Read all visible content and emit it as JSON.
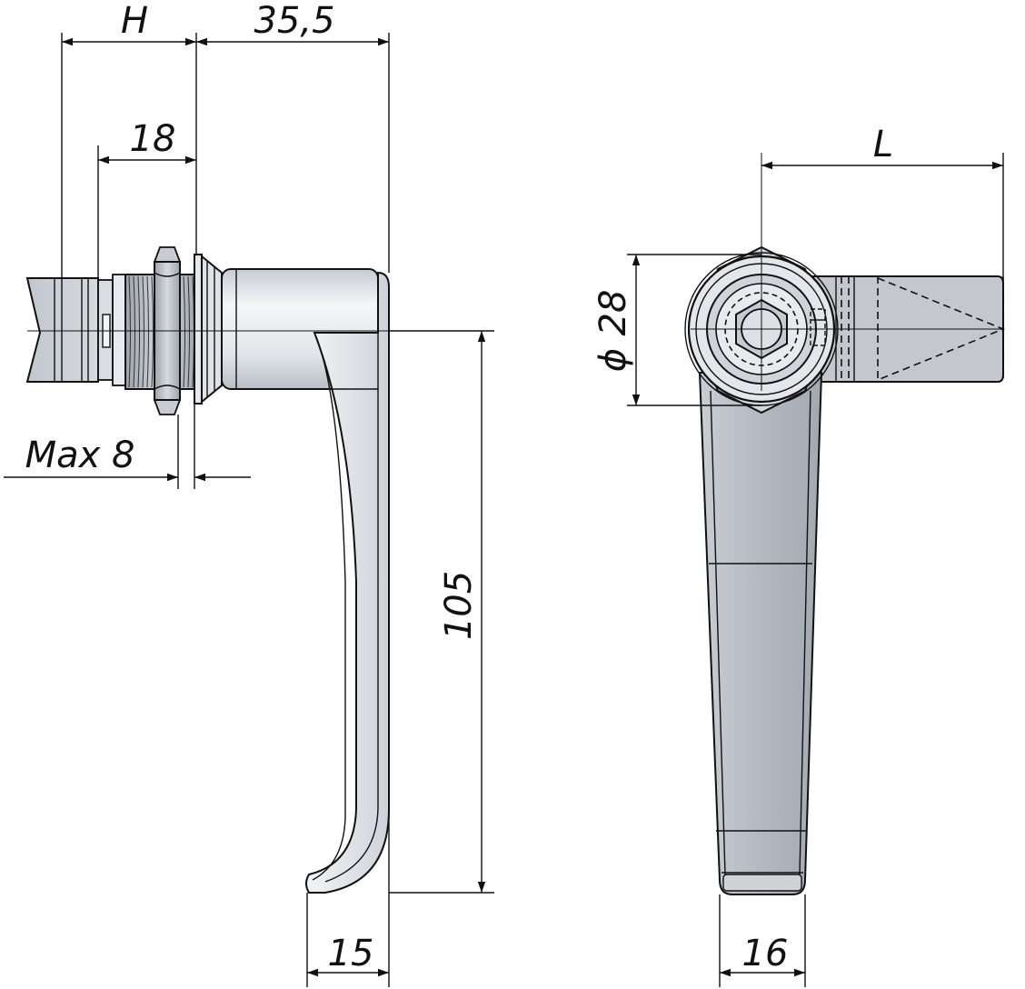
{
  "dimensions": {
    "h": "H",
    "top_length": "35,5",
    "thread_length": "18",
    "max_panel": "Max 8",
    "height": "105",
    "side_width": "15",
    "diameter": "28",
    "diameter_symbol": "ϕ",
    "lever_length": "L",
    "front_width": "16"
  },
  "colors": {
    "metal_light": "#e8ebef",
    "metal_mid": "#c4c9d0",
    "metal_dark": "#9aa0a8",
    "line": "#111111"
  }
}
